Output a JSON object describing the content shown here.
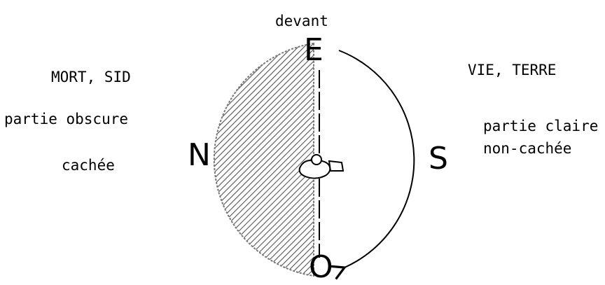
{
  "labels": {
    "front": "devant",
    "left_top": "MORT, SID",
    "left_mid": "partie obscure",
    "left_low": "cachée",
    "right_top": "VIE, TERRE",
    "right_mid": "partie claire",
    "right_low": "non-cachée"
  },
  "directions": {
    "east": "E",
    "north": "N",
    "south": "S",
    "west": "O"
  },
  "colors": {
    "ink": "#000000",
    "hatch": "#555555",
    "background": "#ffffff"
  }
}
